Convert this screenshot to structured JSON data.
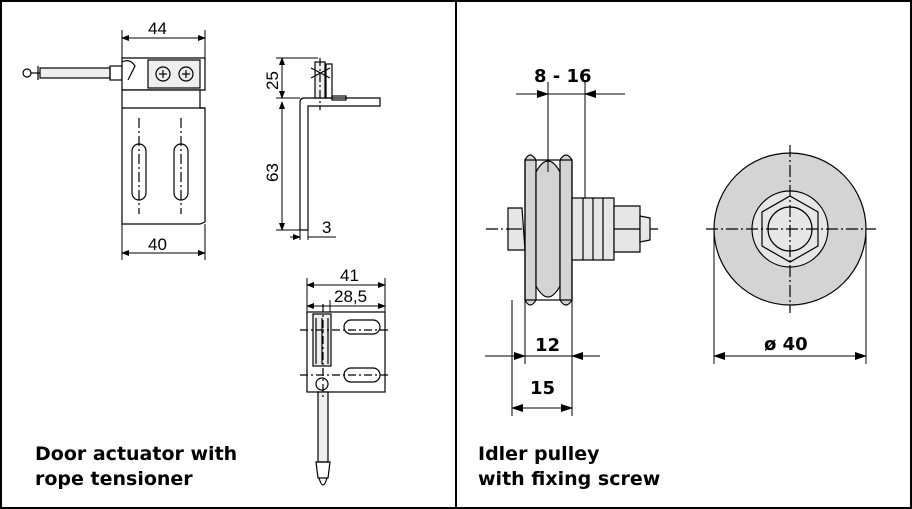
{
  "left_panel": {
    "caption_line1": "Door actuator with",
    "caption_line2": "rope tensioner",
    "dims": {
      "width_top": "44",
      "width_bottom": "40",
      "height_top": "25",
      "height_main": "63",
      "thickness": "3",
      "side_total": "41",
      "side_partial": "28,5"
    }
  },
  "right_panel": {
    "caption_line1": "Idler pulley",
    "caption_line2": "with fixing screw",
    "dims": {
      "groove_range": "8 - 16",
      "width_inner": "12",
      "width_outer": "15",
      "diameter": "ø 40"
    }
  },
  "colors": {
    "line": "#000000",
    "pulley_fill": "#d4d4d4",
    "metal_fill": "#e6e6e6"
  }
}
